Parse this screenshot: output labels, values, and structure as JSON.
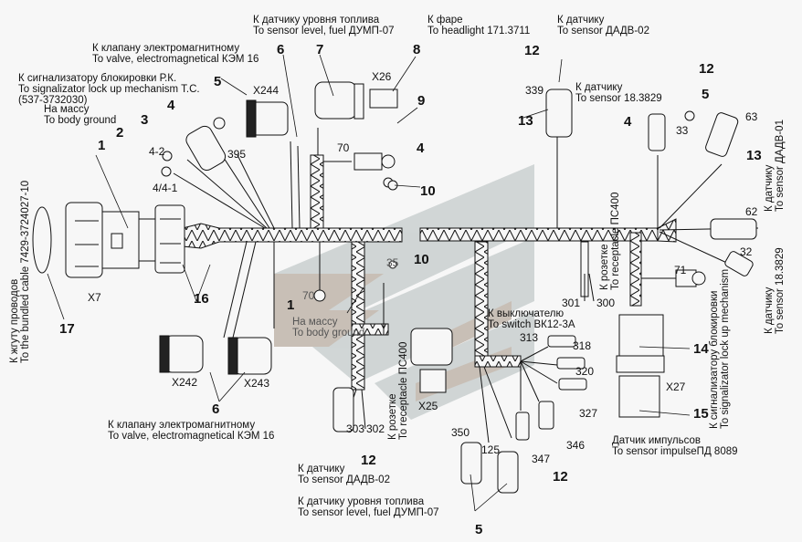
{
  "diagram": {
    "type": "wiring harness exploded view",
    "colors": {
      "background": "#f7f7f7",
      "ink": "#111111",
      "watermark_gray": "#c9cfcf",
      "watermark_tan": "#c4b9af"
    },
    "callouts": [
      {
        "id": "c-valve-top",
        "ru": "К клапану электромагнитному",
        "en": "To valve, electromagnetical КЭМ 16"
      },
      {
        "id": "c-fuel-top",
        "ru": "К датчику уровня топлива",
        "en": "To sensor level, fuel ДУМП-07"
      },
      {
        "id": "c-headlight",
        "ru": "К фаре",
        "en": "To headlight 171.3711"
      },
      {
        "id": "c-dadv02-top",
        "ru": "К датчику",
        "en": "To sensor ДАДВ-02"
      },
      {
        "id": "c-lockup-left",
        "ru": "К сигнализатору блокировки Р.К.",
        "en": "To signalizator lock up mechanism T.C.",
        "extra": "(537-3732030)"
      },
      {
        "id": "c-ground-left",
        "ru": "На массу",
        "en": "To body ground"
      },
      {
        "id": "c-18-3829-top",
        "ru": "К датчику",
        "en": "To sensor 18.3829"
      },
      {
        "id": "c-dadv01",
        "ru": "К датчику",
        "en": "To sensor ДАДВ-01"
      },
      {
        "id": "c-18-3829-right",
        "ru": "К датчику",
        "en": "To sensor 18.3829"
      },
      {
        "id": "c-lockup-right",
        "ru": "К сигнализатору блокировки",
        "en": "To signalizator lock up mechanism"
      },
      {
        "id": "c-receptacle-right",
        "ru": "К розетке",
        "en": "To receptacle ПС400"
      },
      {
        "id": "c-switch",
        "ru": "К выключателю",
        "en": "To switch ВК12-3А"
      },
      {
        "id": "c-ground-mid",
        "ru": "На массу",
        "en": "To body ground"
      },
      {
        "id": "c-receptacle-mid",
        "ru": "К розетке",
        "en": "To receptacle ПС400"
      },
      {
        "id": "c-bundled",
        "ru": "К жгуту проводов",
        "en": "To the bundled cable 7429-3724027-10"
      },
      {
        "id": "c-valve-bottom",
        "ru": "К клапану электромагнитному",
        "en": "To valve, electromagnetical КЭМ 16"
      },
      {
        "id": "c-dadv02-bottom",
        "ru": "К датчику",
        "en": "To sensor ДАДВ-02"
      },
      {
        "id": "c-fuel-bottom",
        "ru": "К датчику уровня топлива",
        "en": "To sensor level, fuel ДУМП-07"
      },
      {
        "id": "c-impulse",
        "ru": "Датчик импульсов",
        "en": "To sensor impulseПД 8089"
      }
    ],
    "connectors": [
      "X7",
      "X244",
      "X26",
      "X242",
      "X243",
      "X25",
      "X27"
    ],
    "part_numbers": {
      "n1a": "1",
      "n1b": "1",
      "n2": "2",
      "n3": "3",
      "n4a": "4",
      "n4b": "4",
      "n4c": "4",
      "n5a": "5",
      "n5b": "5",
      "n5c": "5",
      "n6a": "6",
      "n6b": "6",
      "n7": "7",
      "n8": "8",
      "n9": "9",
      "n10a": "10",
      "n10b": "10",
      "n12a": "12",
      "n12b": "12",
      "n12c": "12",
      "n12d": "12",
      "n13a": "13",
      "n13b": "13",
      "n14": "14",
      "n15": "15",
      "n16": "16",
      "n17": "17"
    },
    "wire_numbers": {
      "w4_2": "4-2",
      "w4_4_1": "4/4-1",
      "w395": "395",
      "w70a": "70",
      "w70b": "70",
      "w35": "35",
      "w339": "339",
      "w33": "33",
      "w63": "63",
      "w62": "62",
      "w32": "32",
      "w71": "71",
      "w301": "301",
      "w300": "300",
      "w303": "303",
      "w302": "302",
      "w313": "313",
      "w318": "318",
      "w320": "320",
      "w327": "327",
      "w346": "346",
      "w347": "347",
      "w350": "350",
      "w125": "125"
    }
  }
}
